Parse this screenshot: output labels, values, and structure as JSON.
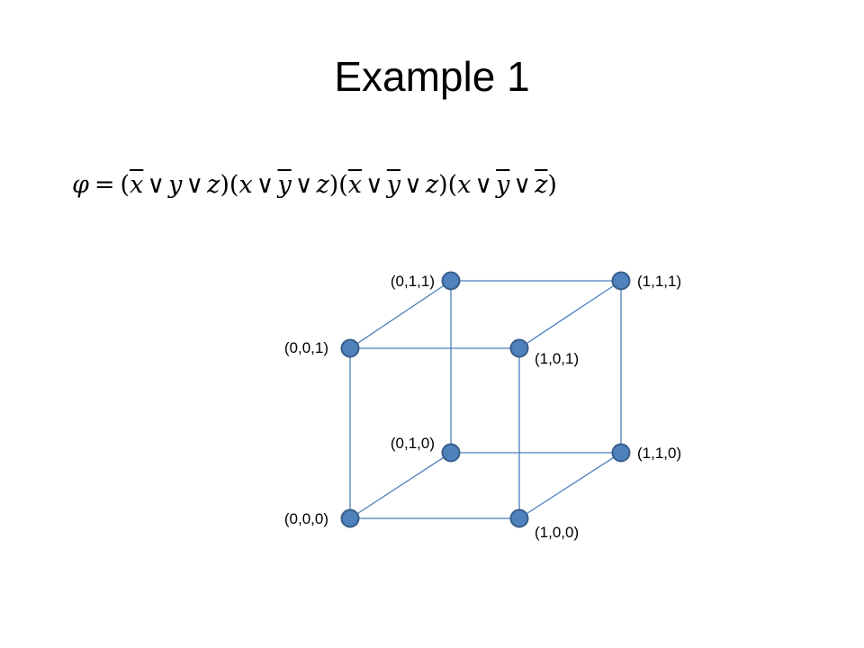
{
  "title": "Example 1",
  "formula": {
    "lhs": "φ",
    "equals": "=",
    "or_symbol": "∨",
    "clauses": [
      [
        {
          "name": "x",
          "negated": true
        },
        {
          "name": "y",
          "negated": false
        },
        {
          "name": "z",
          "negated": false
        }
      ],
      [
        {
          "name": "x",
          "negated": false
        },
        {
          "name": "y",
          "negated": true
        },
        {
          "name": "z",
          "negated": false
        }
      ],
      [
        {
          "name": "x",
          "negated": true
        },
        {
          "name": "y",
          "negated": true
        },
        {
          "name": "z",
          "negated": false
        }
      ],
      [
        {
          "name": "x",
          "negated": false
        },
        {
          "name": "y",
          "negated": true
        },
        {
          "name": "z",
          "negated": true
        }
      ]
    ]
  },
  "cube": {
    "node_fill": "#4f81bd",
    "node_stroke": "#385d8a",
    "edge_color": "#4a7ebb",
    "vertices": [
      {
        "id": "000",
        "label": "(0,0,0)"
      },
      {
        "id": "100",
        "label": "(1,0,0)"
      },
      {
        "id": "010",
        "label": "(0,1,0)"
      },
      {
        "id": "110",
        "label": "(1,1,0)"
      },
      {
        "id": "001",
        "label": "(0,0,1)"
      },
      {
        "id": "101",
        "label": "(1,0,1)"
      },
      {
        "id": "011",
        "label": "(0,1,1)"
      },
      {
        "id": "111",
        "label": "(1,1,1)"
      }
    ],
    "edges": [
      [
        "000",
        "100"
      ],
      [
        "010",
        "110"
      ],
      [
        "001",
        "101"
      ],
      [
        "011",
        "111"
      ],
      [
        "000",
        "010"
      ],
      [
        "100",
        "110"
      ],
      [
        "001",
        "011"
      ],
      [
        "101",
        "111"
      ],
      [
        "000",
        "001"
      ],
      [
        "100",
        "101"
      ],
      [
        "010",
        "011"
      ],
      [
        "110",
        "111"
      ]
    ]
  }
}
